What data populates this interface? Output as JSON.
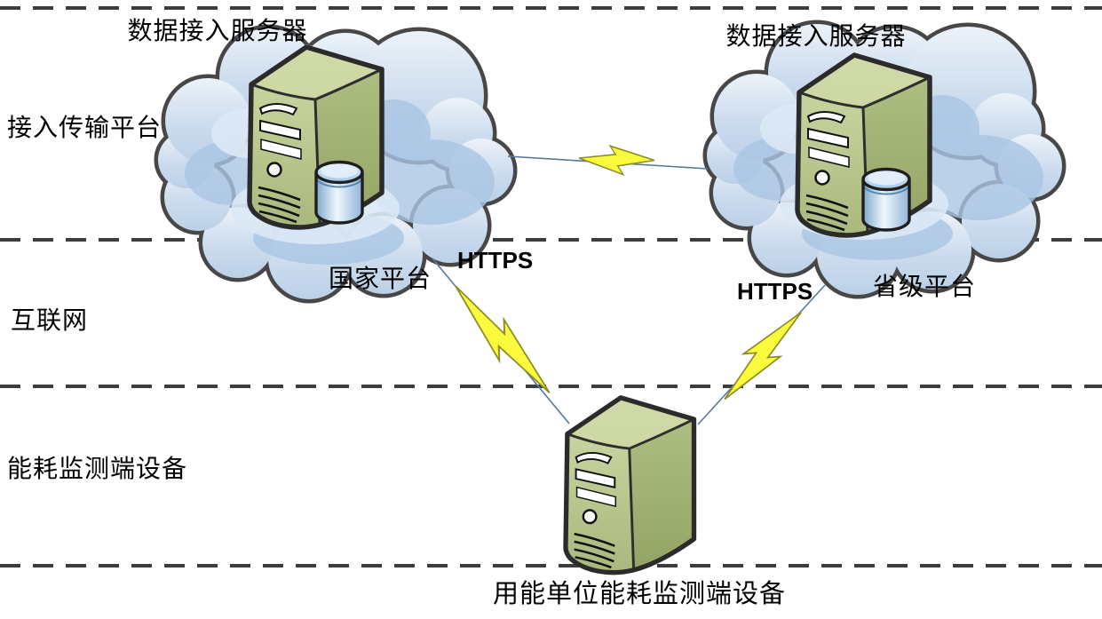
{
  "diagram": {
    "layers": [
      {
        "label": "接入传输平台"
      },
      {
        "label": "互联网"
      },
      {
        "label": "能耗监测端设备"
      }
    ],
    "nodes": {
      "national": {
        "title": "数据接入服务器",
        "caption": "国家平台"
      },
      "provincial": {
        "title": "数据接入服务器",
        "caption": "省级平台"
      },
      "terminal": {
        "caption": "用能单位能耗监测端设备"
      }
    },
    "links": {
      "national_terminal": {
        "protocol": "HTTPS"
      },
      "provincial_terminal": {
        "protocol": "HTTPS"
      },
      "national_provincial": {
        "protocol": ""
      }
    },
    "icons": {
      "cloud": "cloud-icon",
      "server": "server-tower-icon",
      "database": "database-cylinder-icon",
      "lightning": "lightning-bolt-icon"
    },
    "colors": {
      "background": "#ffffff",
      "divider": "#3d3d3d",
      "cloud_fill": "#cfdfee",
      "cloud_inner": "#a9c6e4",
      "cloud_outline": "#474747",
      "server_front": "#c3cf98",
      "server_side": "#a4b476",
      "server_top": "#d0daa8",
      "database_blue": "#9cc2e2",
      "bolt_yellow": "#fbfb3d",
      "link_blue": "#55799c"
    }
  }
}
